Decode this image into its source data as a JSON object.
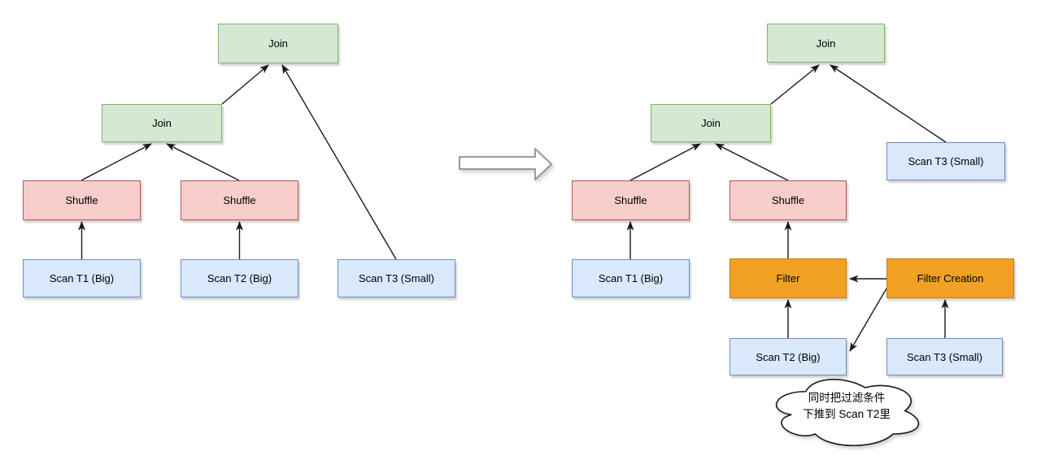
{
  "colors": {
    "join_fill": "#d5e8d4",
    "join_stroke": "#82b366",
    "shuffle_fill": "#f8cecc",
    "shuffle_stroke": "#b85450",
    "scan_fill": "#dae8fc",
    "scan_stroke": "#6c8ebf",
    "filter_fill": "#f2a123",
    "filter_stroke": "#c67e00",
    "connector": "#1a1a1a",
    "transform_arrow_fill": "#ffffff",
    "transform_arrow_stroke": "#999999",
    "cloud_fill": "#ffffff",
    "cloud_stroke": "#1a1a1a"
  },
  "left": {
    "join_top": "Join",
    "join_mid": "Join",
    "shuffle_left": "Shuffle",
    "shuffle_right": "Shuffle",
    "scan_t1": "Scan T1 (Big)",
    "scan_t2": "Scan T2 (Big)",
    "scan_t3": "Scan T3 (Small)"
  },
  "right": {
    "join_top": "Join",
    "join_mid": "Join",
    "shuffle_left": "Shuffle",
    "shuffle_right": "Shuffle",
    "scan_t1": "Scan T1 (Big)",
    "scan_t2": "Scan T2 (Big)",
    "scan_t3_top": "Scan T3 (Small)",
    "scan_t3_bottom": "Scan T3 (Small)",
    "filter": "Filter",
    "filter_creation": "Filter Creation",
    "note_line1": "同时把过滤条件",
    "note_line2": "下推到 Scan T2里"
  }
}
